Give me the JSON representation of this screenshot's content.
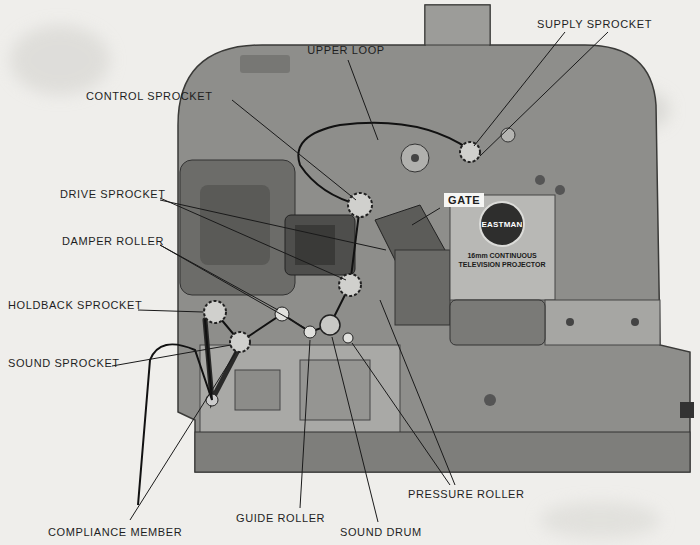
{
  "diagram": {
    "labels": [
      "UPPER LOOP",
      "SUPPLY SPROCKET",
      "CONTROL SPROCKET",
      "GATE",
      "DRIVE SPROCKET",
      "DAMPER ROLLER",
      "HOLDBACK SPROCKET",
      "SOUND SPROCKET",
      "EASTMAN",
      "16mm CONTINUOUS",
      "TELEVISION PROJECTOR",
      "COMPLIANCE MEMBER",
      "GUIDE ROLLER",
      "SOUND DRUM",
      "PRESSURE ROLLER"
    ]
  }
}
